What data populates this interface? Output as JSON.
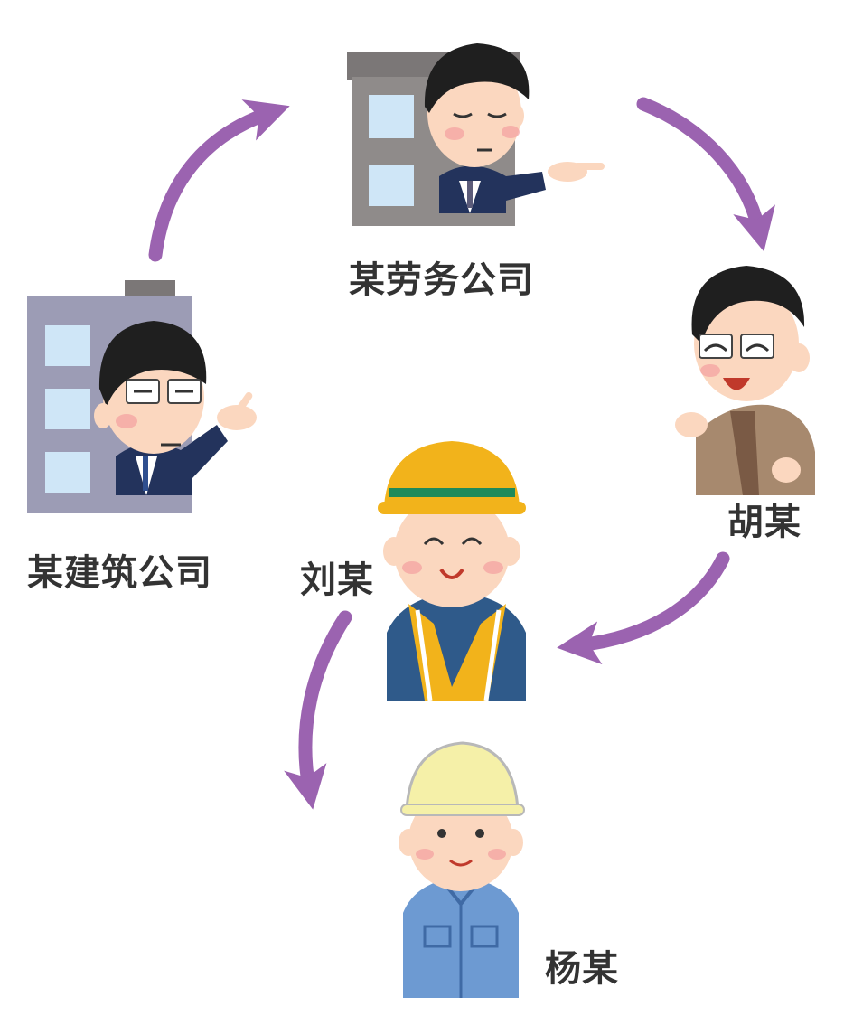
{
  "nodes": {
    "labor_company": {
      "label": "某劳务公司",
      "icon": "businessman-in-building-window-pointing-icon"
    },
    "construction_company": {
      "label": "某建筑公司",
      "icon": "businessman-with-glasses-in-building-pointing-icon"
    },
    "hu": {
      "label": "胡某",
      "icon": "smiling-man-with-glasses-brown-jacket-icon"
    },
    "liu": {
      "label": "刘某",
      "icon": "construction-worker-yellow-helmet-safety-vest-icon"
    },
    "yang": {
      "label": "杨某",
      "icon": "worker-white-helmet-blue-uniform-icon"
    }
  },
  "colors": {
    "arrow": "#9b63b0",
    "label_text": "#333333",
    "skin": "#fbd7bf",
    "hair": "#1f1f1f",
    "helmet_yellow": "#f2b31b",
    "helmet_white": "#f5f0a8",
    "uniform_blue": "#6d9ad2",
    "navy": "#23335c",
    "jacket_brown": "#a7896e",
    "building_grey": "#8f8b8a",
    "building_purple": "#9c9cb5",
    "window_blue": "#cfe6f7"
  },
  "arrows": [
    {
      "name": "arrow-construction-to-labor",
      "from": "construction_company",
      "to": "labor_company"
    },
    {
      "name": "arrow-labor-to-hu",
      "from": "labor_company",
      "to": "hu"
    },
    {
      "name": "arrow-hu-to-liu",
      "from": "hu",
      "to": "liu"
    },
    {
      "name": "arrow-liu-to-yang",
      "from": "liu",
      "to": "yang"
    }
  ]
}
